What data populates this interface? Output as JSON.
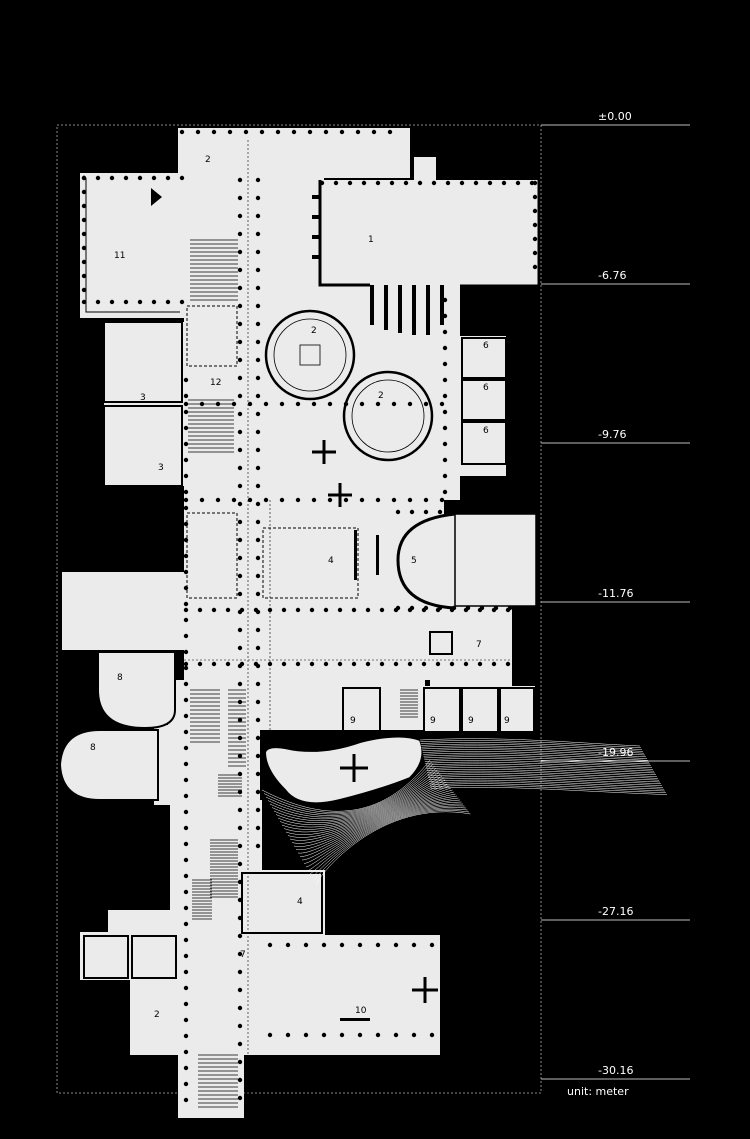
{
  "levels": [
    "±0.00",
    "-6.76",
    "-9.76",
    "-11.76",
    "-19.96",
    "-27.16",
    "-30.16"
  ],
  "unit_label": "unit: meter",
  "room_labels": [
    "1",
    "2",
    "2",
    "2",
    "2",
    "3",
    "3",
    "4",
    "4",
    "5",
    "6",
    "6",
    "6",
    "7",
    "7",
    "8",
    "8",
    "9",
    "9",
    "9",
    "9",
    "10",
    "11",
    "12"
  ],
  "colors": {
    "background": "#000000",
    "floor": "#ebebeb",
    "lines": "#ffffff",
    "ink": "#000000"
  }
}
